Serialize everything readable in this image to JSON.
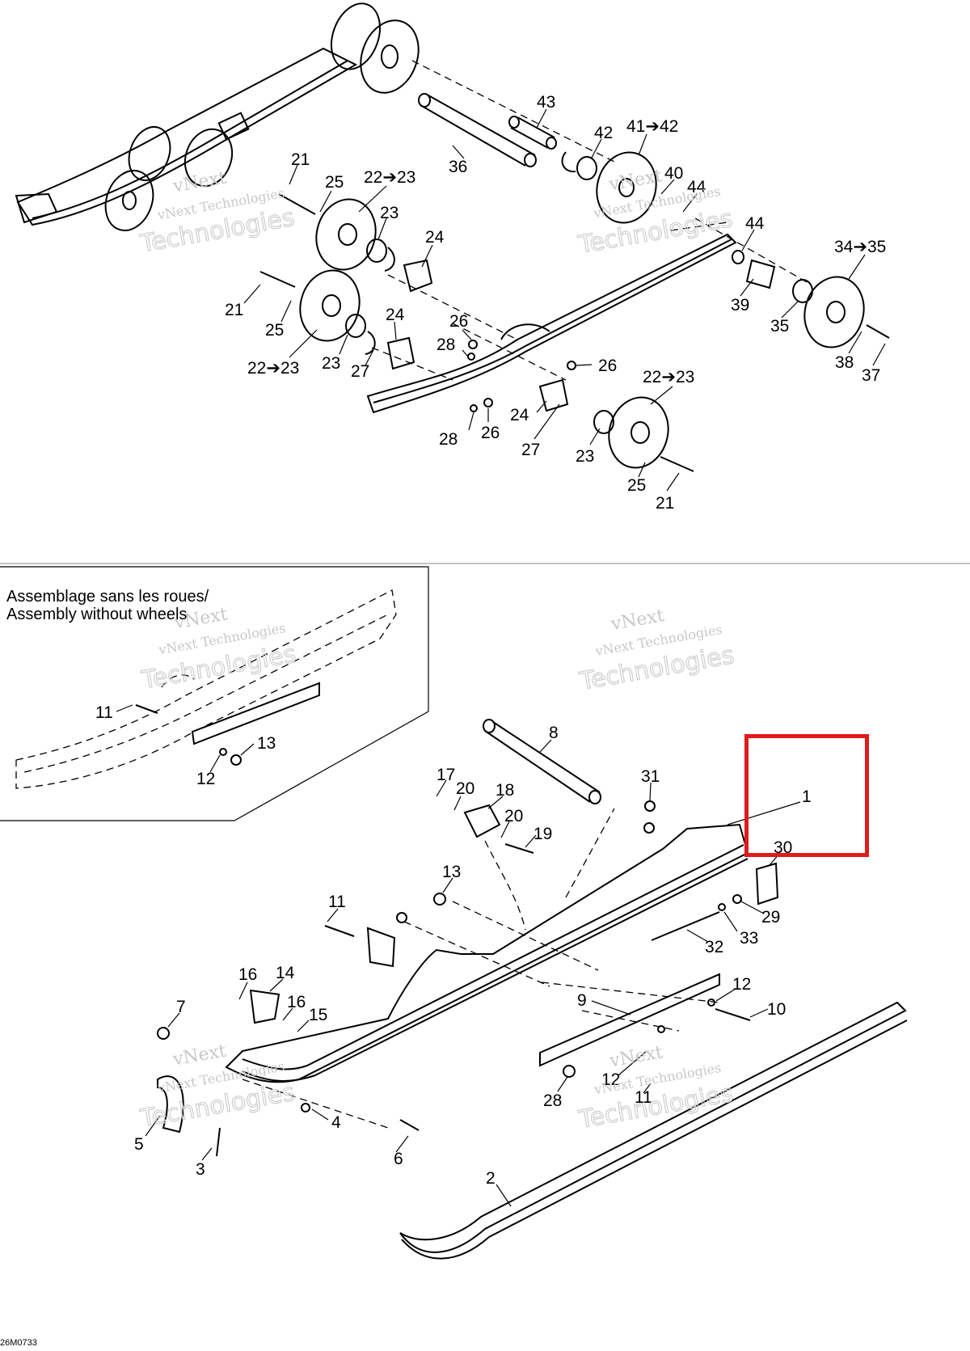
{
  "inset": {
    "title_fr": "Assemblage sans les roues/",
    "title_en": "Assembly without wheels"
  },
  "watermark": {
    "line1": "vNext",
    "line2": "vNext Technologies",
    "line3": "Technologies"
  },
  "document_code": "26M0733",
  "colors": {
    "highlight": "#e01b1b",
    "line": "#000000",
    "watermark": "#c8c8c8"
  },
  "top_callouts": {
    "c43": "43",
    "c42": "42",
    "c41": "41➔42",
    "c40": "40",
    "c44a": "44",
    "c36": "36",
    "c21a": "21",
    "c25a": "25",
    "c22a": "22➔23",
    "c23a": "23",
    "c24a": "24",
    "c21b": "21",
    "c25b": "25",
    "c22b": "22➔23",
    "c23b": "23",
    "c24b": "24",
    "c27a": "27",
    "c26a": "26",
    "c28a": "28",
    "c26b": "26",
    "c28b": "28",
    "c26c": "26",
    "c24c": "24",
    "c27b": "27",
    "c22c": "22➔23",
    "c23c": "23",
    "c25c": "25",
    "c21c": "21",
    "c44b": "44",
    "c34": "34➔35",
    "c39": "39",
    "c35": "35",
    "c38": "38",
    "c37": "37"
  },
  "inset_callouts": {
    "c11": "11",
    "c13": "13",
    "c12": "12"
  },
  "bottom_callouts": {
    "c8": "8",
    "c17": "17",
    "c20a": "20",
    "c18": "18",
    "c20b": "20",
    "c19": "19",
    "c31": "31",
    "c1": "1",
    "c30": "30",
    "c13": "13",
    "c11a": "11",
    "c29": "29",
    "c33": "33",
    "c32": "32",
    "c12a": "12",
    "c10": "10",
    "c9": "9",
    "c16a": "16",
    "c14": "14",
    "c16b": "16",
    "c15": "15",
    "c7": "7",
    "c28": "28",
    "c12b": "12",
    "c11b": "11",
    "c4": "4",
    "c5": "5",
    "c6": "6",
    "c3": "3",
    "c2": "2"
  }
}
